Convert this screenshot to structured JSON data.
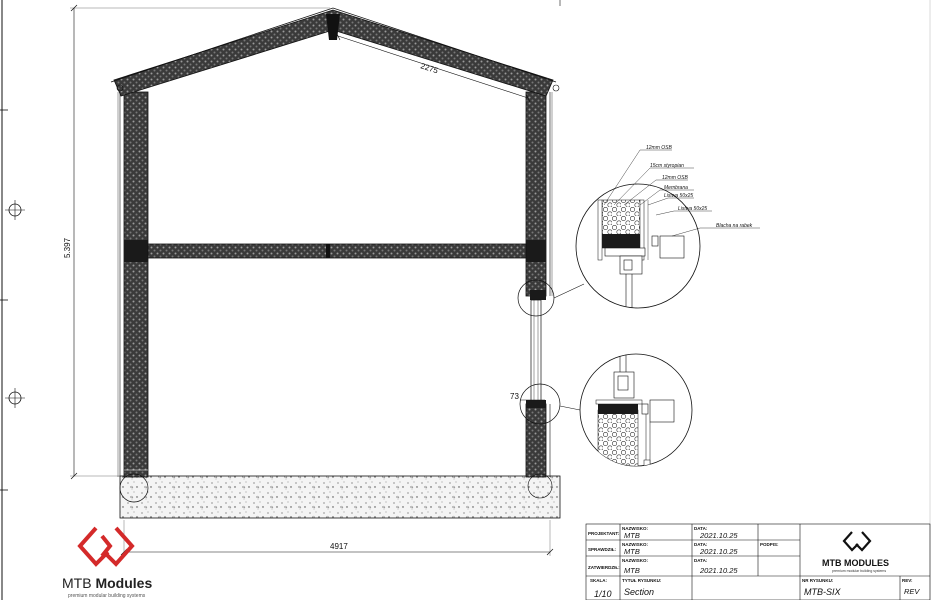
{
  "drawing": {
    "dimensions": {
      "rafter_length": "2275",
      "total_height": "5.397",
      "total_width": "4917",
      "sill_offset": "73"
    },
    "detail_top_labels": [
      "12mm OSB",
      "15cm styropian",
      "12mm OSB",
      "Membrana",
      "Listwa 50x25",
      "Listwa 50x25",
      "Blacha na rabek"
    ]
  },
  "title_block": {
    "labels": {
      "projektant": "PROJEKTANT:",
      "sprawdzil": "SPRAWDZIŁ:",
      "zatwierdzil": "ZATWIERDZIŁ:",
      "nazwisko": "NAZWISKO:",
      "data": "DATA:",
      "podpis": "PODPIS:",
      "skala": "SKALA:",
      "tytul": "TYTUŁ RYSUNKU:",
      "nr_rysunku": "NR RYSUNKU:",
      "rev": "REV:"
    },
    "rows": [
      {
        "name": "MTB",
        "date": "2021.10.25"
      },
      {
        "name": "MTB",
        "date": "2021.10.25"
      },
      {
        "name": "MTB",
        "date": "2021.10.25"
      }
    ],
    "scale": "1/10",
    "drawing_title": "Section",
    "drawing_number": "MTB-SIX",
    "revision": "REV"
  },
  "logo": {
    "brand_regular": "MTB ",
    "brand_bold": "Modules",
    "tagline": "premium modular building systems"
  },
  "logo_small": {
    "brand": "MTB MODULES",
    "tagline": "premium modular building systems"
  },
  "colors": {
    "brand_red": "#d42a2a",
    "line": "#111111"
  }
}
